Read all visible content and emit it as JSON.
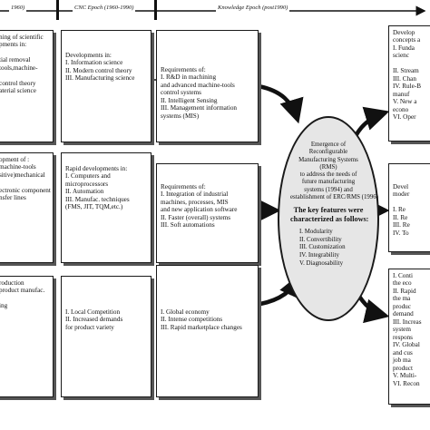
{
  "timeline": {
    "era1_label": "1960)",
    "era2_label": "CNC Epoch (1960-1990)",
    "era3_label": "Knowledge Epoch (post1990)"
  },
  "col1": {
    "row1": [
      "ning of scientific",
      "pments in:",
      "",
      "tial removal",
      "tools,machine-",
      "",
      "control theory",
      "aterial science"
    ],
    "row2": [
      "opment of :",
      "machine-tools",
      "sitive)mechanical",
      "",
      "ectronic component",
      "nsfer lines"
    ],
    "row3": [
      "roduction",
      "product manufac.",
      "",
      "ing"
    ]
  },
  "col2": {
    "row1": [
      "Developments in:",
      "I. Information science",
      "II. Modern control theory",
      "III. Manufacturing science"
    ],
    "row2": [
      "Rapid developments in:",
      "I. Computers and",
      "   microprocessors",
      "II. Automation",
      "III. Manufac. techniques",
      "   (FMS, JIT, TQM,etc.)"
    ],
    "row3": [
      "I. Local Competition",
      "II. Increased demands",
      "   for product variety"
    ]
  },
  "col3": {
    "row1": [
      "Requirements of:",
      "I. R&D in machining",
      "   and advanced machine-tools",
      "   control systems",
      "II. Intelligent Sensing",
      "III. Management information",
      "   systems (MIS)"
    ],
    "row2": [
      "Requirements of:",
      "I. Integration of industrial",
      "   machines, processes, MIS",
      "   and new application software",
      "II. Faster (overall) systems",
      "III. Soft automations"
    ],
    "row3": [
      "I. Global economy",
      "II. Intense competitions",
      "III. Rapid marketplace changes"
    ]
  },
  "ellipse": {
    "intro": [
      "Emergence of",
      "Reconfigurable",
      "Manufacturing Systems",
      "(RMS)",
      "to address the needs of",
      "future manufacturing",
      "systems (1994) and",
      "establishment of ERC/RMS (1996)"
    ],
    "key_heading": [
      "The key features were",
      "characterized as follows:"
    ],
    "features": [
      "I. Modularity",
      "II. Convertibility",
      "III. Customization",
      "IV. Integrability",
      "V. Diagnosability"
    ]
  },
  "col5": {
    "top": [
      "Develop",
      "concepts a",
      "I. Funda",
      "   scienc",
      "",
      "II. Stream",
      "III. Chan",
      "IV. Rule-B",
      "   manuf",
      "V. New a",
      "   econo",
      "VI. Oper"
    ],
    "mid": [
      "Devel",
      "moder",
      "",
      "I. Re",
      "II. Re",
      "III. Re",
      "IV. To"
    ],
    "bottom": [
      "I. Conti",
      "   the eco",
      "II. Rapid",
      "   the ma",
      "   produc",
      "   demand",
      "III. Increas",
      "   system",
      "   respons",
      "IV. Global",
      "   and cus",
      "   job ma",
      "   product",
      "V. Multi-",
      "VI. Recon"
    ]
  }
}
